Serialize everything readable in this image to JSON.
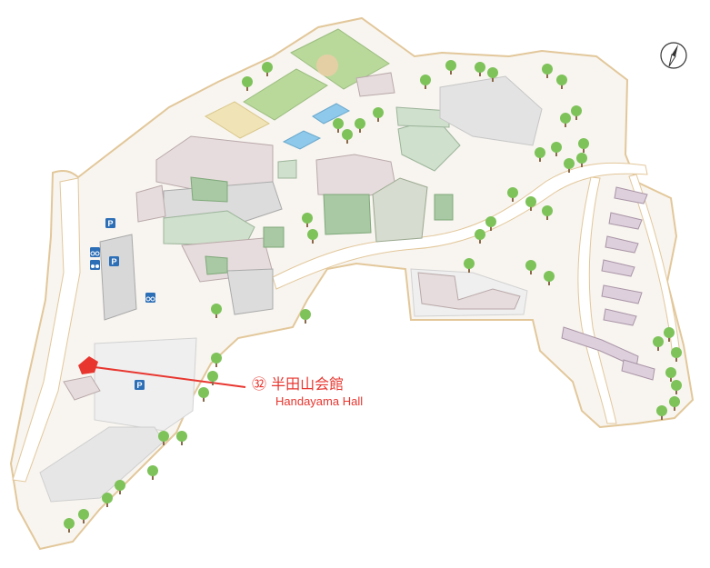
{
  "map": {
    "callout": {
      "number": "㉜",
      "name_ja": "半田山会館",
      "name_en": "Handayama Hall"
    },
    "parking_symbol": "P",
    "colors": {
      "highlight": "#e8362f",
      "campus_outline": "#e2c79a",
      "ground": "#f6f3ee",
      "building_pink": "#e7dcdd",
      "building_green": "#a8c9a3",
      "building_grey": "#dcdcdc",
      "field_green": "#b9d99a",
      "water_blue": "#8ec8ea",
      "tree_green": "#7ec25a",
      "parking_blue": "#2d6fb7"
    },
    "icons": [
      "compass-icon",
      "parking-icon",
      "bicycle-icon",
      "motorcycle-icon",
      "tree-icon"
    ]
  }
}
